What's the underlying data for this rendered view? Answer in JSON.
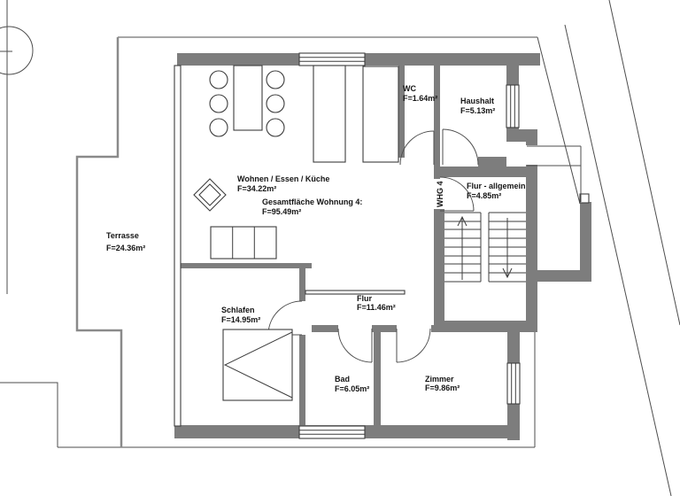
{
  "drawing": {
    "type": "architectural-floor-plan",
    "unit": "m²",
    "colors": {
      "wall": "#7d7d7d",
      "line": "#4d4d4d",
      "text": "#141414",
      "background": "#ffffff"
    }
  },
  "rooms": {
    "wohnen": {
      "name": "Wohnen / Essen / Küche",
      "area": "F=34.22m²"
    },
    "gesamt": {
      "name": "Gesamtfläche Wohnung 4:",
      "area": "F=95.49m²"
    },
    "terrasse": {
      "name": "Terrasse",
      "area": "F=24.36m²"
    },
    "wc": {
      "name": "WC",
      "area": "F=1.64m²"
    },
    "haushalt": {
      "name": "Haushalt",
      "area": "F=5.13m²"
    },
    "flur_allgemein": {
      "name": "Flur - allgemein",
      "area": "F=4.85m²"
    },
    "flur": {
      "name": "Flur",
      "area": "F=11.46m²"
    },
    "schlafen": {
      "name": "Schlafen",
      "area": "F=14.95m²"
    },
    "bad": {
      "name": "Bad",
      "area": "F=6.05m²"
    },
    "zimmer": {
      "name": "Zimmer",
      "area": "F=9.86m²"
    },
    "apartment_tag": {
      "name": "WHG 4"
    }
  }
}
